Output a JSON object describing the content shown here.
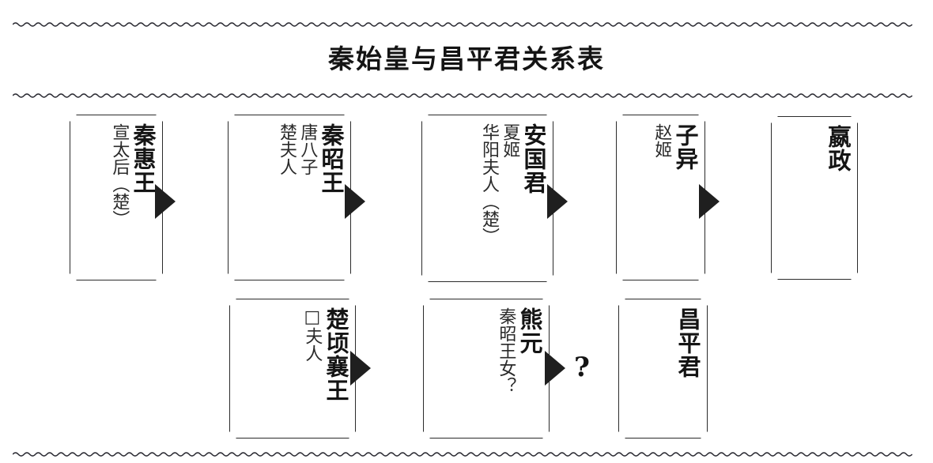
{
  "page": {
    "title": "秦始皇与昌平君关系表",
    "background_color": "#ffffff",
    "ink_color": "#141414",
    "arrow_color": "#1f1f1f"
  },
  "rules": [
    {
      "name": "top-wavy-rule"
    },
    {
      "name": "under-title-wavy-rule"
    },
    {
      "name": "bottom-wavy-rule"
    }
  ],
  "chart_data": {
    "type": "diagram",
    "title": "秦始皇与昌平君关系表",
    "description": "Qin royal lineage relationship table linking Qin Shi Huang and Lord Changping",
    "rows": [
      {
        "row": "top",
        "nodes": [
          {
            "primary": "秦惠王",
            "secondary": [
              "宣太后（楚）"
            ]
          },
          {
            "primary": "秦昭王",
            "secondary": [
              "唐八子",
              "楚夫人"
            ]
          },
          {
            "primary": "安国君",
            "secondary": [
              "夏姬",
              "华阳夫人（楚）"
            ]
          },
          {
            "primary": "子异",
            "secondary": [
              "赵姬"
            ]
          },
          {
            "primary": "嬴政",
            "secondary": []
          }
        ]
      },
      {
        "row": "bottom",
        "nodes": [
          {
            "primary": "楚顷襄王",
            "secondary": [
              "□夫人"
            ]
          },
          {
            "primary": "熊元",
            "secondary": [
              "秦昭王女？"
            ]
          },
          {
            "primary": "昌平君",
            "secondary": []
          }
        ]
      }
    ],
    "connectors": [
      {
        "name": "arrow-top-1"
      },
      {
        "name": "arrow-top-2"
      },
      {
        "name": "arrow-top-3"
      },
      {
        "name": "arrow-top-4"
      },
      {
        "name": "arrow-bottom-1"
      },
      {
        "name": "arrow-bottom-2"
      }
    ],
    "annotations": [
      {
        "name": "uncertain-link-question-mark",
        "text": "?"
      }
    ]
  },
  "boxes": {
    "top": {
      "b1": {
        "primary": "秦惠王",
        "s1": "宣太后（楚）"
      },
      "b2": {
        "primary": "秦昭王",
        "s1": "唐八子",
        "s2": "楚夫人"
      },
      "b3": {
        "primary": "安国君",
        "s1": "夏姬",
        "s2": "华阳夫人（楚）"
      },
      "b4": {
        "primary": "子异",
        "s1": "赵姬"
      },
      "b5": {
        "primary": "嬴政"
      }
    },
    "bottom": {
      "b1": {
        "primary": "楚顷襄王",
        "s1": "□夫人"
      },
      "b2": {
        "primary": "熊元",
        "s1": "秦昭王女？"
      },
      "b3": {
        "primary": "昌平君"
      }
    }
  },
  "marks": {
    "question": "?"
  }
}
